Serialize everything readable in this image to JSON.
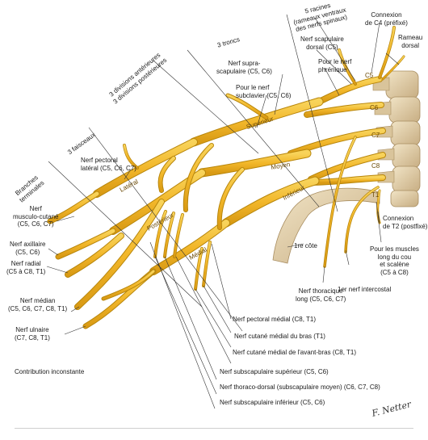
{
  "labels": {
    "racines": "5 racines\n(rameaux ventraux\ndes nerfs spinaux)",
    "connexion_c4": "Connexion\nde C4 (préfixé)",
    "rameau_dorsal": "Rameau\ndorsal",
    "troncs": "3 troncs",
    "divisions": "3 divisions antérieures\n3 divisions postérieures",
    "faisceaux": "3 faisceaux",
    "branches": "Branches\nterminales",
    "scapulaire_dorsal": "Nerf scapulaire\ndorsal (C5)",
    "suprascapulaire": "Nerf supra-\nscapulaire (C5, C6)",
    "phrenique": "Pour le nerf\nphrénique",
    "subclavier": "Pour le nerf\nsubclavier (C5, C6)",
    "pectoral_lateral": "Nerf pectoral\nlatéral (C5, C6, C7)",
    "musculo_cutane": "Nerf\nmusculo-cutané\n(C5, C6, C7)",
    "axillaire": "Nerf axillaire\n(C5, C6)",
    "radial": "Nerf radial\n(C5 à C8, T1)",
    "median": "Nerf médian\n(C5, C6, C7, C8, T1)",
    "ulnaire": "Nerf ulnaire\n(C7, C8, T1)",
    "contribution": "Contribution inconstante",
    "connexion_t2": "Connexion\nde T2 (postfixé)",
    "muscles_cou": "Pour les muscles\nlong du cou\net scalène\n(C5 à C8)",
    "premier_intercostal": "1er nerf intercostal",
    "thoracique_long": "Nerf thoracique\nlong (C5, C6, C7)",
    "premiere_cote": "1re côte",
    "pectoral_medial": "Nerf pectoral médial (C8, T1)",
    "cutane_bras": "Nerf cutané médial du bras (T1)",
    "cutane_avant_bras": "Nerf cutané médial de l'avant-bras (C8, T1)",
    "subscapulaire_sup": "Nerf subscapulaire supérieur (C5, C6)",
    "thoraco_dorsal": "Nerf thoraco-dorsal (subscapulaire moyen) (C6, C7,  C8)",
    "subscapulaire_inf": "Nerf subscapulaire inférieur (C5, C6)"
  },
  "roots": [
    "C5",
    "C6",
    "C7",
    "C8",
    "T1"
  ],
  "trunks": [
    "Supérieur",
    "Moyen",
    "Inférieur"
  ],
  "cords": [
    "Latéral",
    "Postérieur",
    "Médial"
  ],
  "signature": "F. Netter",
  "colors": {
    "nerve": "#f2b72a",
    "nerve_outline": "#b8860b",
    "bone": "#e8d7b4",
    "bone_dark": "#b9a27a",
    "leader": "#333333"
  }
}
